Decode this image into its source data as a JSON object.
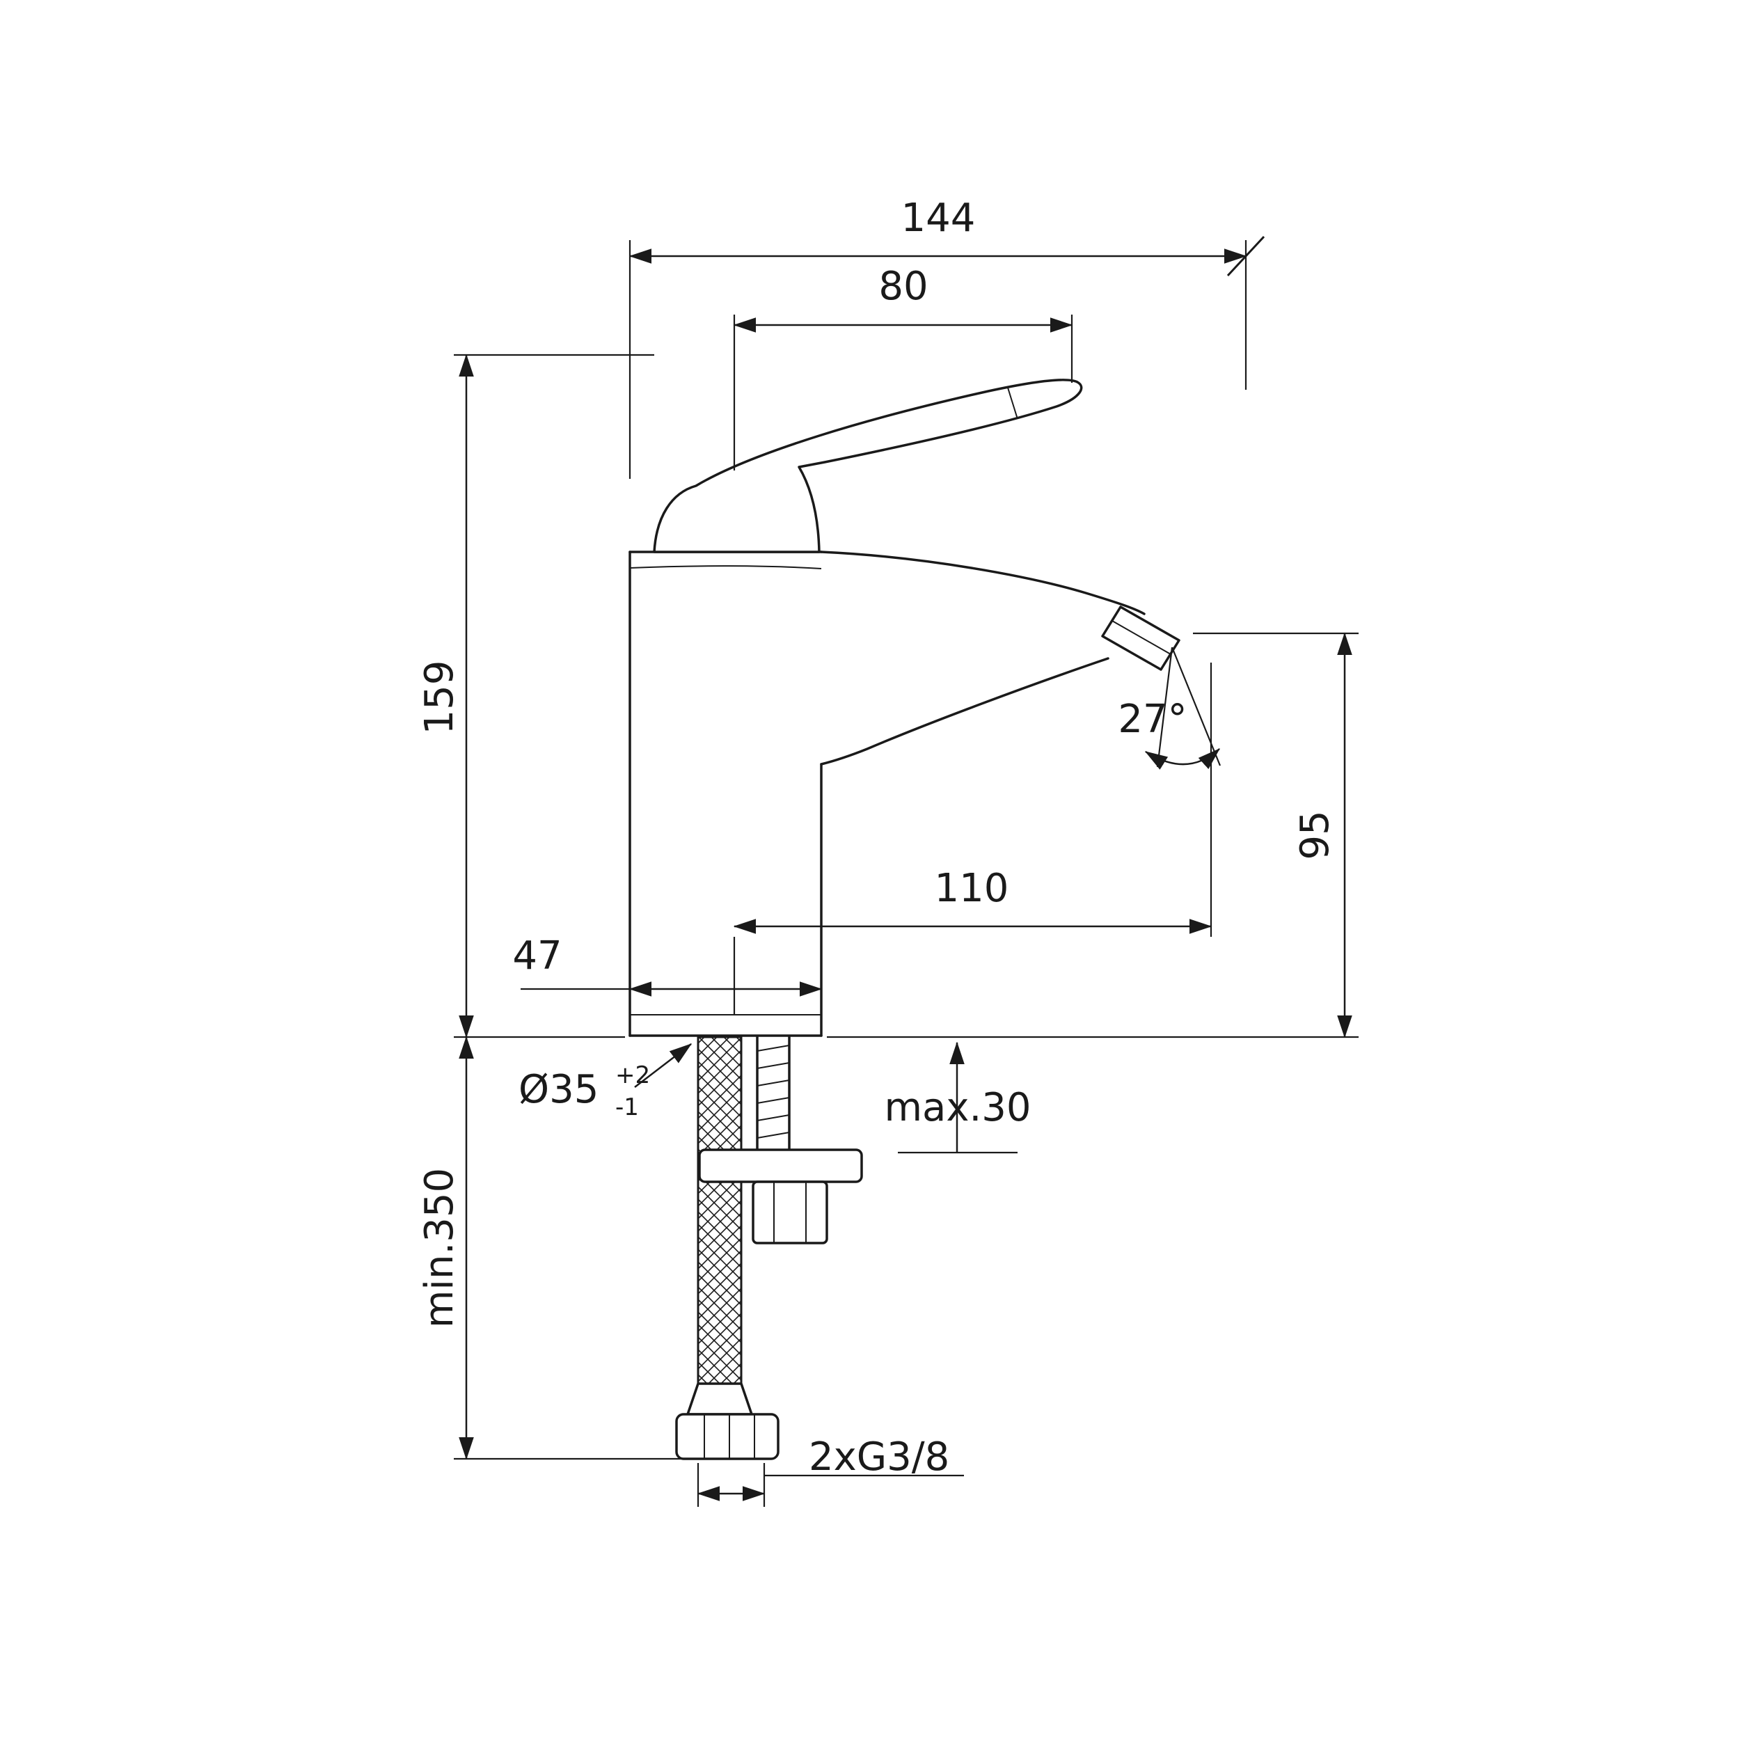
{
  "drawing": {
    "subject": "single-lever-basin-mixer-side-elevation-dimension-drawing",
    "background": "#ffffff",
    "line_color": "#1a1a1a",
    "labels": {
      "overall_depth": "144",
      "handle_length": "80",
      "height_to_deck": "159",
      "min_hose_length": "min.350",
      "body_depth": "47",
      "spout_reach": "110",
      "spout_outlet_height": "95",
      "spout_angle": "27°",
      "deck_hole_diameter": "Ø35",
      "deck_hole_tol_upper": "+2",
      "deck_hole_tol_lower": "-1",
      "max_deck_thickness": "max.30",
      "supply_connections": "2xG3/8"
    }
  }
}
